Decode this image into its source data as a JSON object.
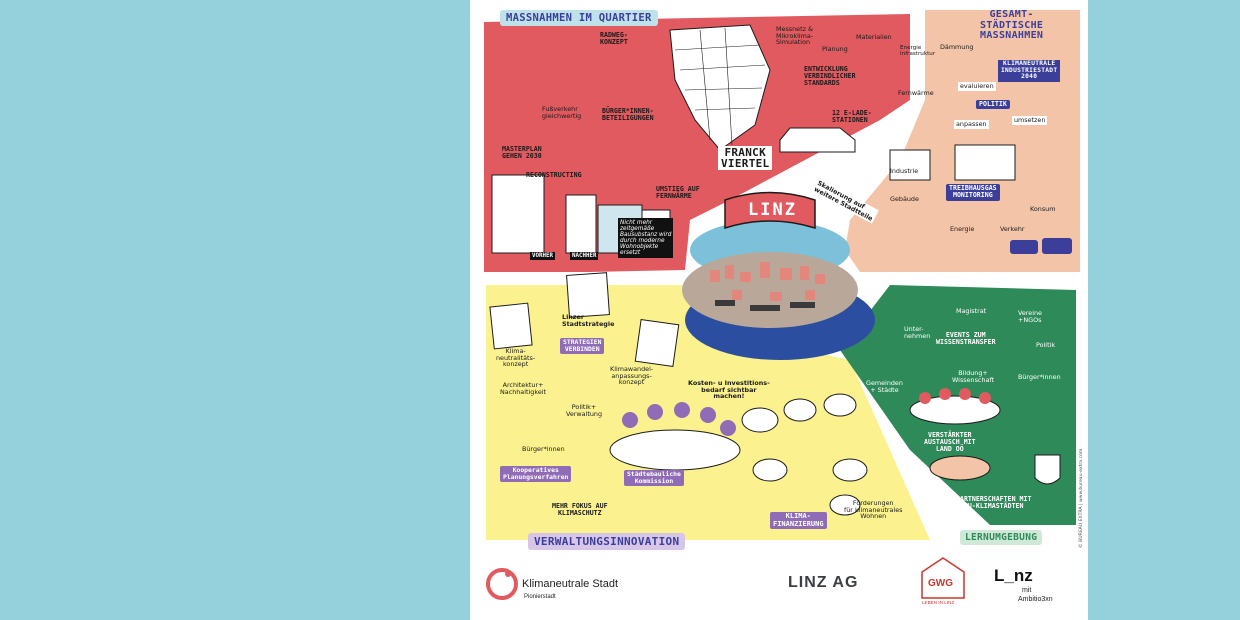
{
  "colors": {
    "background": "#94d1dd",
    "red": "#e05a5f",
    "peach": "#f4c4a8",
    "yellow": "#fbf28f",
    "green": "#2f8a5a",
    "navy": "#3b3f9a",
    "purple": "#8f6cb5"
  },
  "sections": {
    "quartier": {
      "title": "MASSNAHMEN IM QUARTIER"
    },
    "gesamt": {
      "title": "GESAMT-\nSTÄDTISCHE\nMASSNAHMEN",
      "subtitle": "KLIMANEUTRALE\nINDUSTRIESTADT\n2040"
    },
    "verwaltung": {
      "title": "VERWALTUNGSINNOVATION"
    },
    "lernumgebung": {
      "title": "LERNUMGEBUNG"
    }
  },
  "quartier": {
    "radweg": "RADWEG-\nKONZEPT",
    "messnetz": "Messnetz &\nMikroklima-\nSimulation",
    "planung": "Planung",
    "materialien": "Materialien",
    "energie_infra": "Energie\nInfrastruktur",
    "daemmung": "Dämmung",
    "entwicklung": "ENTWICKLUNG\nVERBINDLICHER\nSTANDARDS",
    "fernwaerme_small": "Fernwärme",
    "fussverkehr": "Fußverkehr\ngleichwertig",
    "buerger": "BÜRGER*INNEN-\nBETEILIGUNGEN",
    "e_lade": "12 E-LADE-\nSTATIONEN",
    "masterplan": "MASTERPLAN\nGEHEN 2030",
    "reconstructing": "RECONSTRUCTING",
    "franck": "FRANCK\nVIERTEL",
    "umstieg": "UMSTIEG AUF\nFERNWÄRME",
    "vorher": "VORHER",
    "nachher": "NACHHER",
    "note": "Nicht mehr\nzeitgemäße\nBausubstanz wird\ndurch moderne\nWohnobjekte\nersetzt",
    "skalierung": "Skalierung auf\nweitere Stadtteile"
  },
  "gesamt": {
    "evaluieren": "evaluieren",
    "politik": "POLITIK",
    "anpassen": "anpassen",
    "umsetzen": "umsetzen",
    "industrie": "Industrie",
    "thg": "TREIBHAUSGAS\nMONITORING",
    "gebaeude": "Gebäude",
    "konsum": "Konsum",
    "energie": "Energie",
    "verkehr": "Verkehr"
  },
  "center": {
    "linz": "LINZ"
  },
  "verwaltung": {
    "linzer": "Linzer\nStadtstrategie",
    "klima_konzept": "Klima-\nneutralitäts-\nkonzept",
    "strategien": "STRATEGIEN\nVERBINDEN",
    "klimawandel": "Klimawandel-\nanpassungs-\nkonzept",
    "kosten": "Kosten- u Investitions-\nbedarf sichtbar\nmachen!",
    "architektur": "Architektur+\nNachhaltigkeit",
    "politik": "Politik+\nVerwaltung",
    "buerger": "Bürger*innen",
    "kooperatives": "Kooperatives\nPlanungsverfahren",
    "staedtebau": "Städtebauliche\nKommission",
    "fokus": "MEHR FOKUS AUF\nKLIMASCHUTZ",
    "finanzierung": "KLIMA-\nFINANZIERUNG",
    "foerderungen": "Förderungen\nfür klimaneutrales\nWohnen"
  },
  "lernumgebung": {
    "magistrat": "Magistrat",
    "vereine": "Vereine\n+NGOs",
    "unternehmen": "Unter-\nnehmen",
    "events": "EVENTS ZUM\nWISSENSTRANSFER",
    "politik": "Politik",
    "gemeinden": "Gemeinden\n+ Städte",
    "bildung": "Bildung+\nWissenschaft",
    "buerger": "Bürger*innen",
    "austausch": "VERSTÄRKTER\nAUSTAUSCH MIT\nLAND OÖ",
    "partnerschaften": "PARTNERSCHAFTEN MIT\nEU-KLIMASTÄDTEN"
  },
  "credit": "© BUREAU EXTRA | www.bureau-extra.com",
  "logos": {
    "klimaneutrale": "Klimaneutrale Stadt",
    "pionierstadt": "Pionierstadt",
    "linz_ag": "LINZ AG",
    "gwg": "GWG",
    "gwg_sub": "LEBEN IN LINZ",
    "linz_logo": "L_nz",
    "mit": "mit",
    "ambition": "Ambitio3xn"
  }
}
